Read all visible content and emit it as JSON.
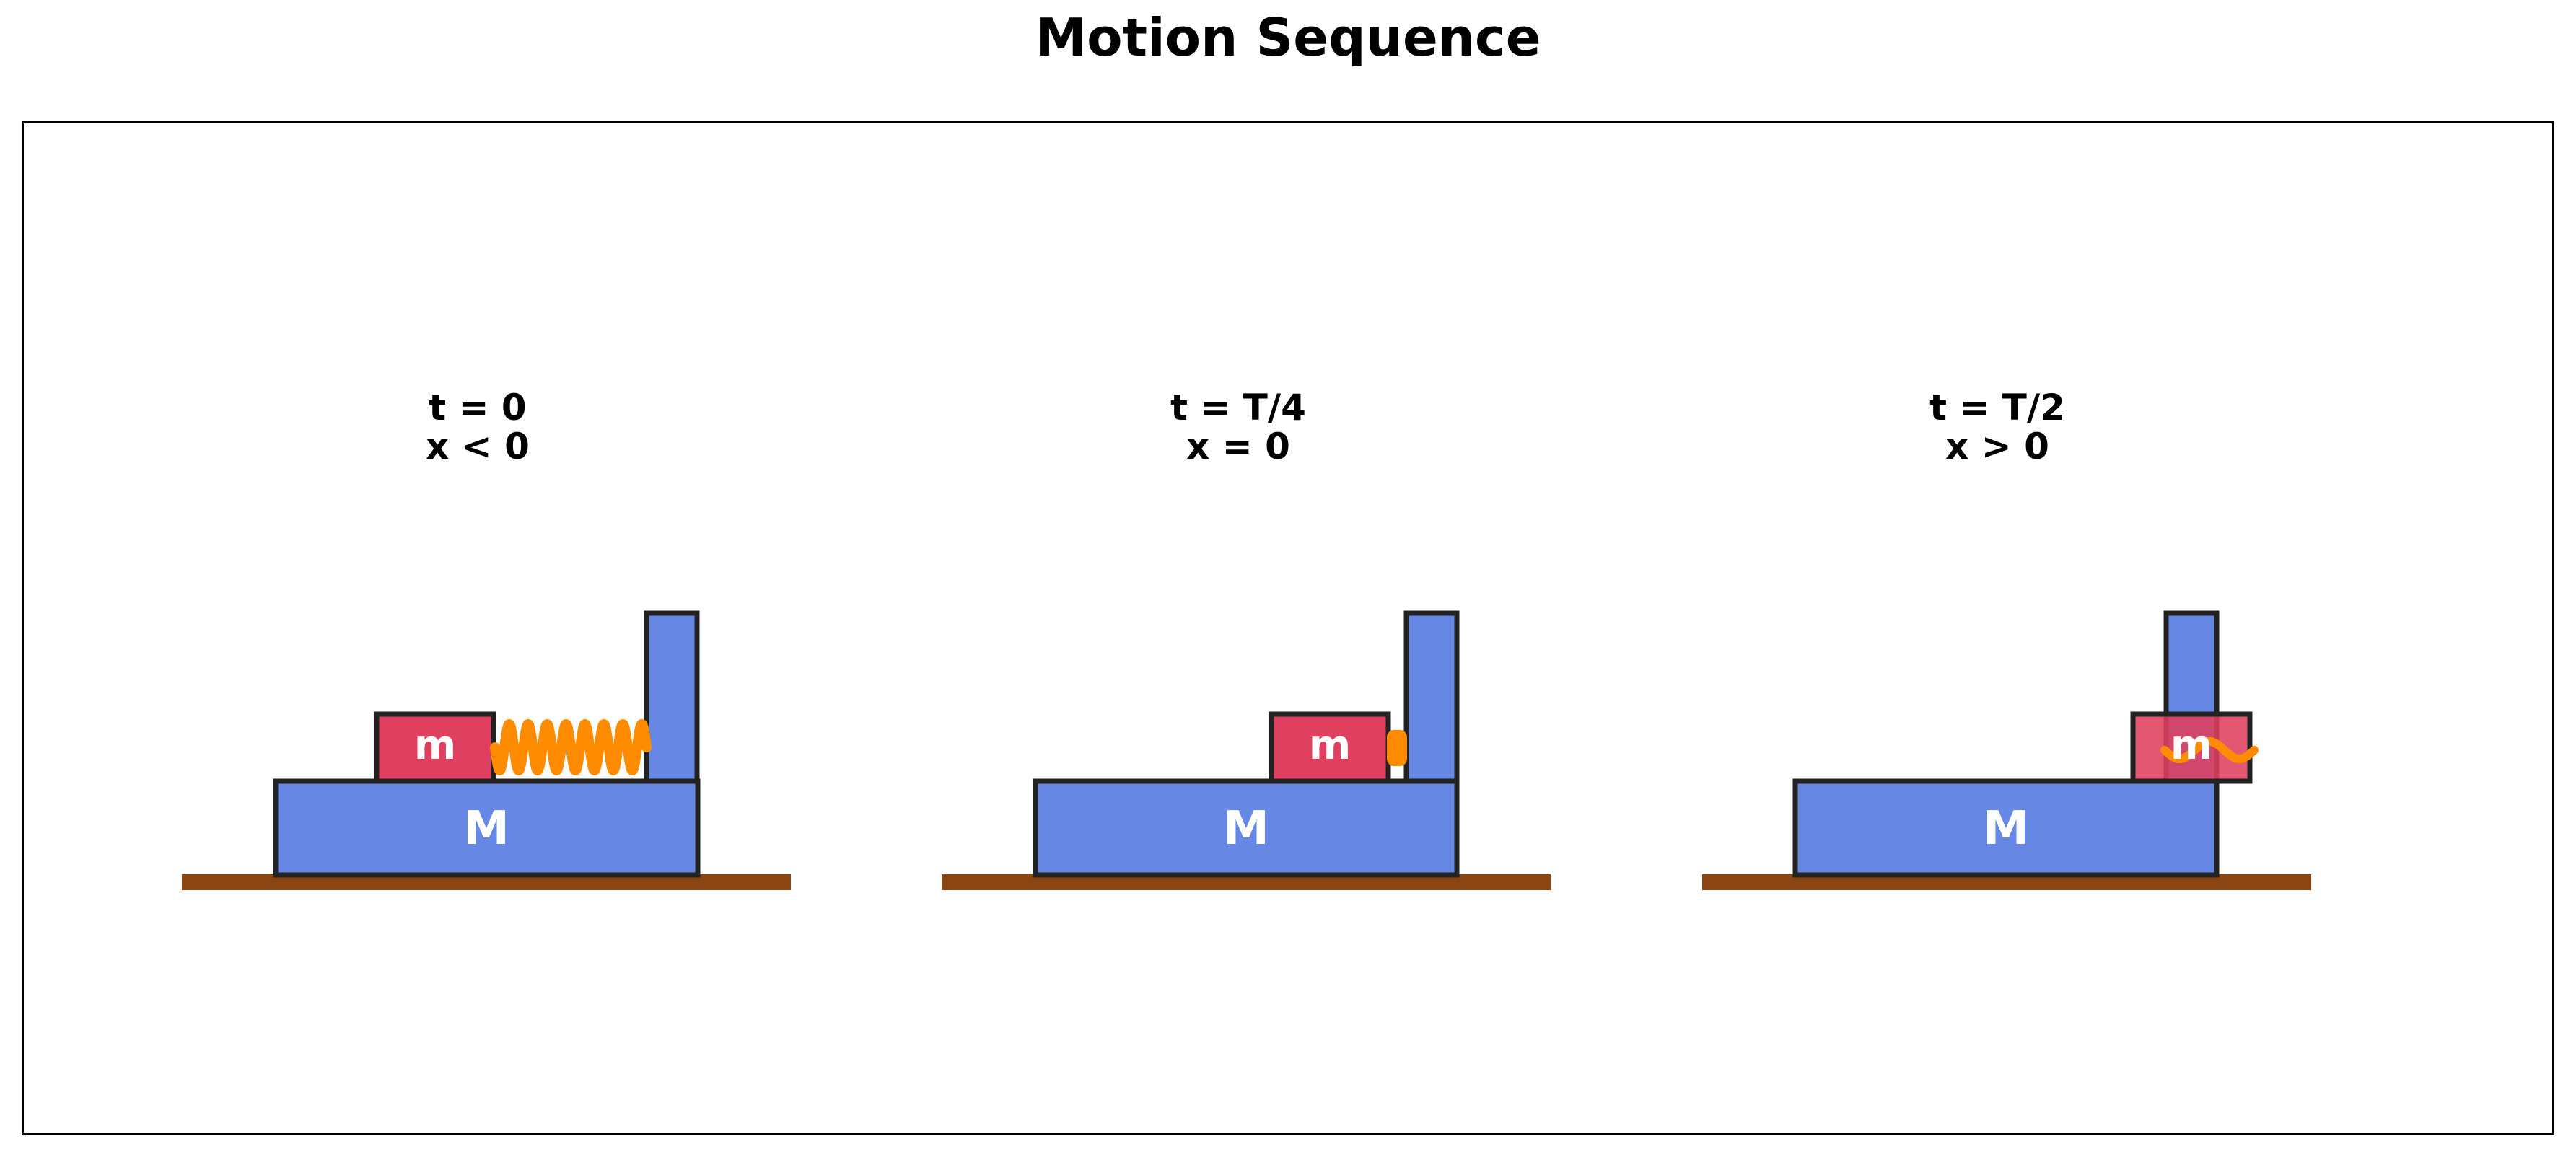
{
  "title": "Motion Sequence",
  "colors": {
    "big_block": "#6787e5",
    "small_block": "#e0405f",
    "spring": "#ff8c00",
    "ground": "#8b4513",
    "outline": "#222222",
    "text_on_block": "#ffffff"
  },
  "panels": [
    {
      "time_label": "t = 0",
      "position_label": "x < 0",
      "big_mass_label": "M",
      "small_mass_label": "m",
      "spring_state": "stretched"
    },
    {
      "time_label": "t = T/4",
      "position_label": "x = 0",
      "big_mass_label": "M",
      "small_mass_label": "m",
      "spring_state": "compressed"
    },
    {
      "time_label": "t = T/2",
      "position_label": "x > 0",
      "big_mass_label": "M",
      "small_mass_label": "m",
      "spring_state": "overlap"
    }
  ]
}
